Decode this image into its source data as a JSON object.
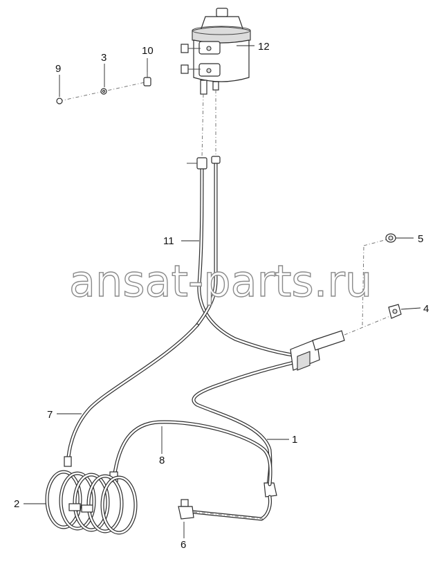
{
  "callouts": {
    "c1": "1",
    "c2": "2",
    "c3": "3",
    "c4": "4",
    "c5": "5",
    "c6": "6",
    "c7": "7",
    "c8": "8",
    "c9": "9",
    "c10": "10",
    "c11": "11",
    "c12": "12"
  },
  "watermark": "ansat-parts.ru",
  "colors": {
    "line": "#2b2b2b",
    "watermark_stroke": "#8a8a8a",
    "background": "#ffffff"
  }
}
